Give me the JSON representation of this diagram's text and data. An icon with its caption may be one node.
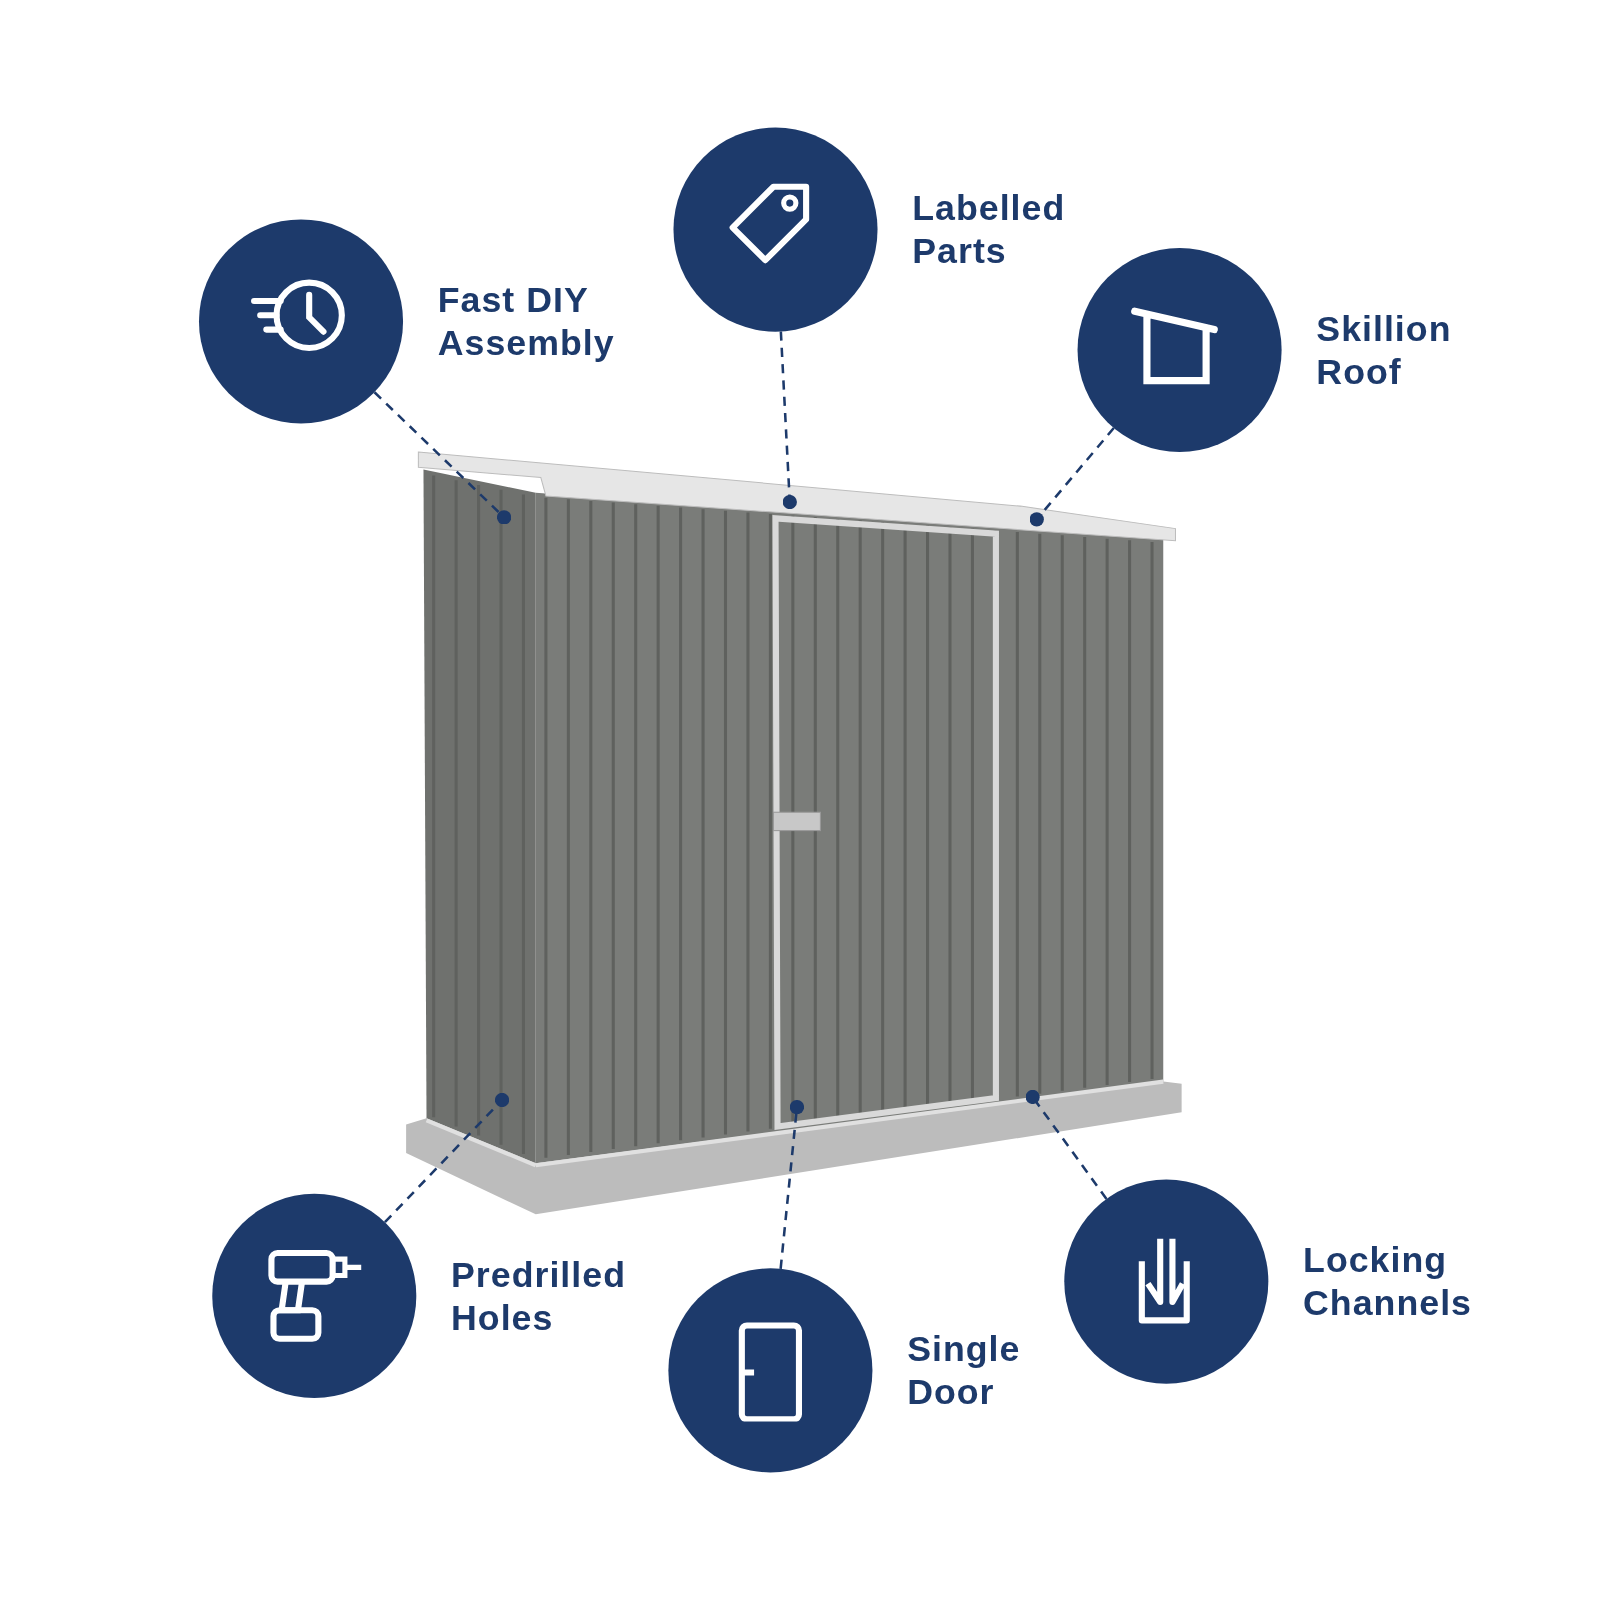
{
  "diagram": {
    "nodes": [
      {
        "text": [
          "Labelled Parts"
        ]
      },
      {
        "text": [
          "Fast DIY Assembly"
        ]
      },
      {
        "text": [
          "Skillion Roof"
        ]
      },
      {
        "text": [
          "Locking Channels"
        ]
      },
      {
        "text": [
          "Predrilled Holes"
        ]
      },
      {
        "text": [
          "Single Door"
        ]
      }
    ],
    "edges": [
      {
        "from": 0,
        "to": null,
        "arrow": "other",
        "style": "dashed"
      },
      {
        "from": 1,
        "to": null,
        "arrow": "other",
        "style": "dashed"
      },
      {
        "from": 2,
        "to": null,
        "arrow": "other",
        "style": "dashed"
      },
      {
        "from": 3,
        "to": null,
        "arrow": "other",
        "style": "dashed"
      },
      {
        "from": 4,
        "to": null,
        "arrow": "other",
        "style": "dashed"
      },
      {
        "from": 5,
        "to": null,
        "arrow": "other",
        "style": "dashed"
      }
    ]
  }
}
